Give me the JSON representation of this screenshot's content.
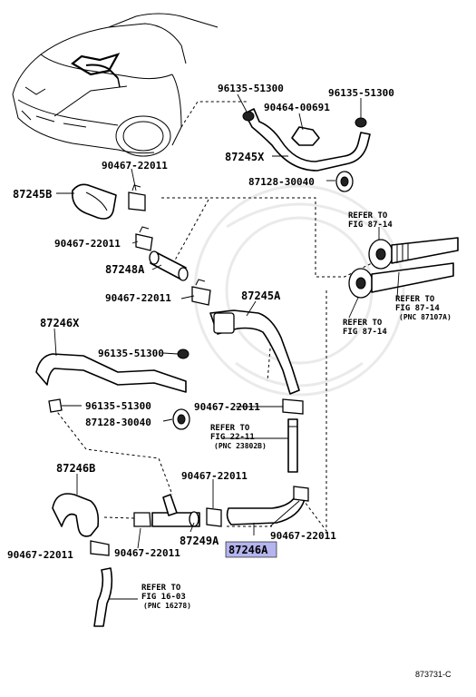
{
  "figure_code": "873731-C",
  "labels": {
    "p96135_top_left": "96135-51300",
    "p96135_top_right": "96135-51300",
    "p90464": "90464-00691",
    "p87245X": "87245X",
    "p87128_top": "87128-30040",
    "p90467_a": "90467-22011",
    "p87245B": "87245B",
    "p90467_b": "90467-22011",
    "p87248A": "87248A",
    "p90467_c": "90467-22011",
    "p87245A": "87245A",
    "p87246X": "87246X",
    "p96135_mid": "96135-51300",
    "p96135_low": "96135-51300",
    "p90467_d": "90467-22011",
    "p87128_low": "87128-30040",
    "p87246B": "87246B",
    "p90467_e": "90467-22011",
    "p87249A": "87249A",
    "p87246A": "87246A",
    "p90467_f": "90467-22011",
    "p90467_g": "90467-22011",
    "p90467_h": "90467-22011"
  },
  "references": {
    "fig87_top_l1": "REFER TO",
    "fig87_top_l2": "FIG 87-14",
    "fig87_right_l1": "REFER TO",
    "fig87_right_l2": "FIG 87-14",
    "fig87_right_l3": "(PNC 87107A)",
    "fig87_mid_l1": "REFER TO",
    "fig87_mid_l2": "FIG 87-14",
    "fig22_l1": "REFER TO",
    "fig22_l2": "FIG 22-11",
    "fig22_l3": "(PNC 23802B)",
    "fig16_l1": "REFER TO",
    "fig16_l2": "FIG 16-03",
    "fig16_l3": "(PNC 16278)"
  },
  "highlight_color": "#b4b4ee"
}
